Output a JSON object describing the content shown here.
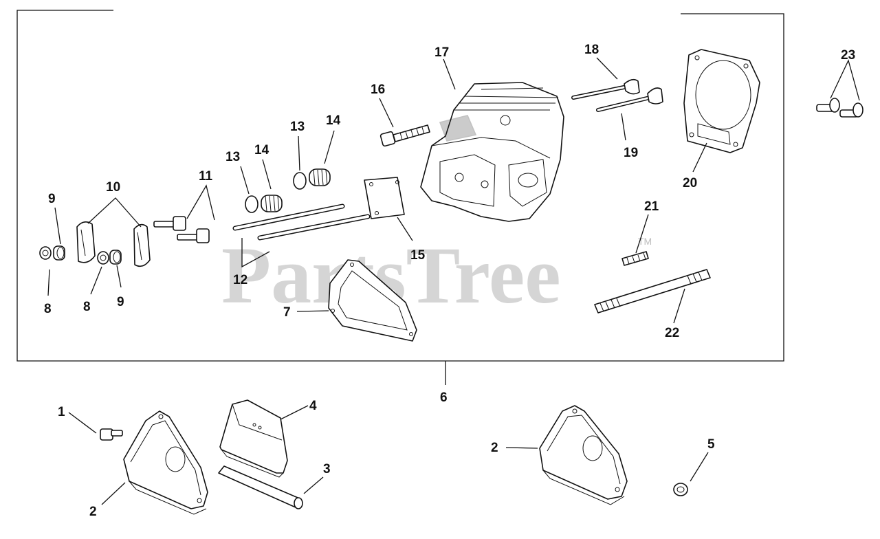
{
  "watermark": {
    "text": "PartsTree",
    "tm": "TM"
  },
  "callouts": [
    {
      "id": "c1",
      "text": "1"
    },
    {
      "id": "c2a",
      "text": "2"
    },
    {
      "id": "c2b",
      "text": "2"
    },
    {
      "id": "c3",
      "text": "3"
    },
    {
      "id": "c4",
      "text": "4"
    },
    {
      "id": "c5",
      "text": "5"
    },
    {
      "id": "c6",
      "text": "6"
    },
    {
      "id": "c7",
      "text": "7"
    },
    {
      "id": "c8a",
      "text": "8"
    },
    {
      "id": "c8b",
      "text": "8"
    },
    {
      "id": "c9a",
      "text": "9"
    },
    {
      "id": "c9b",
      "text": "9"
    },
    {
      "id": "c10",
      "text": "10"
    },
    {
      "id": "c11",
      "text": "11"
    },
    {
      "id": "c12",
      "text": "12"
    },
    {
      "id": "c13a",
      "text": "13"
    },
    {
      "id": "c13b",
      "text": "13"
    },
    {
      "id": "c14a",
      "text": "14"
    },
    {
      "id": "c14b",
      "text": "14"
    },
    {
      "id": "c15",
      "text": "15"
    },
    {
      "id": "c16",
      "text": "16"
    },
    {
      "id": "c17",
      "text": "17"
    },
    {
      "id": "c18",
      "text": "18"
    },
    {
      "id": "c19",
      "text": "19"
    },
    {
      "id": "c20",
      "text": "20"
    },
    {
      "id": "c21",
      "text": "21"
    },
    {
      "id": "c22",
      "text": "22"
    },
    {
      "id": "c23",
      "text": "23"
    }
  ]
}
